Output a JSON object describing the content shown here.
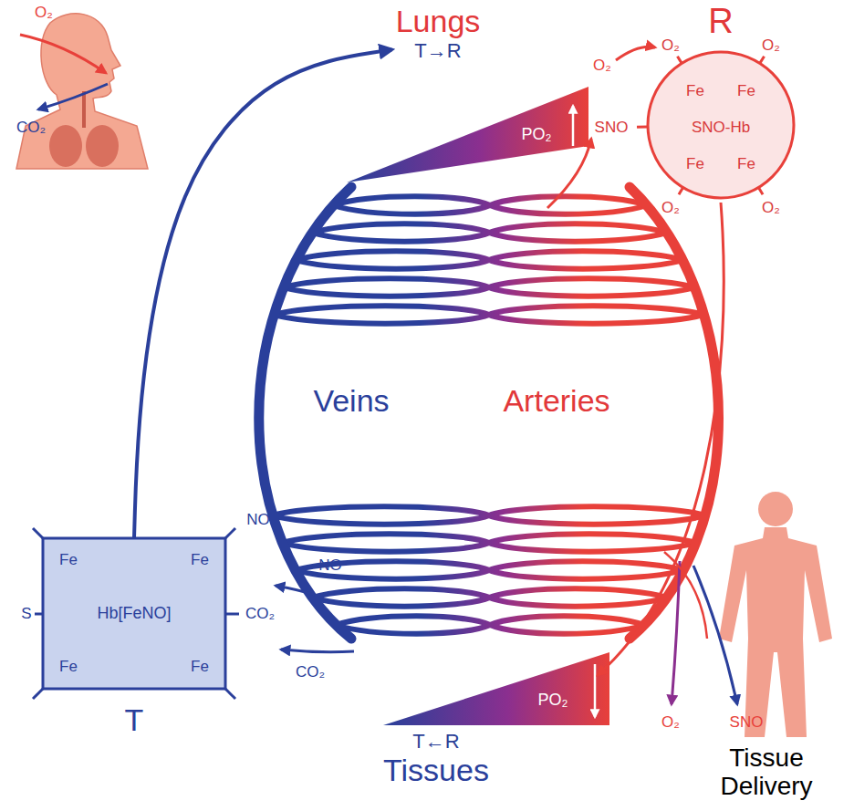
{
  "diagram": {
    "nodes": [
      {
        "text": [
          "Lungs",
          "T→R"
        ]
      },
      {
        "text": [
          "R",
          "O₂",
          "O₂",
          "Fe",
          "Fe",
          "SNO",
          "SNO-Hb",
          "Fe",
          "Fe",
          "O₂",
          "O₂"
        ]
      },
      {
        "text": [
          "NO",
          "Fe",
          "Fe",
          "S",
          "Hb[FeNO]",
          "CO₂",
          "Fe",
          "Fe",
          "T"
        ]
      },
      {
        "text": [
          "T←R",
          "Tissues"
        ]
      }
    ],
    "edges": [
      {
        "from": 2,
        "to": 0,
        "arrow": "to"
      }
    ],
    "labels": [
      "O₂",
      "CO₂",
      "PO₂",
      "O₂",
      "Veins",
      "Arteries",
      "NO",
      "CO₂",
      "PO₂",
      "O₂",
      "SNO",
      "Tissue Delivery"
    ]
  }
}
